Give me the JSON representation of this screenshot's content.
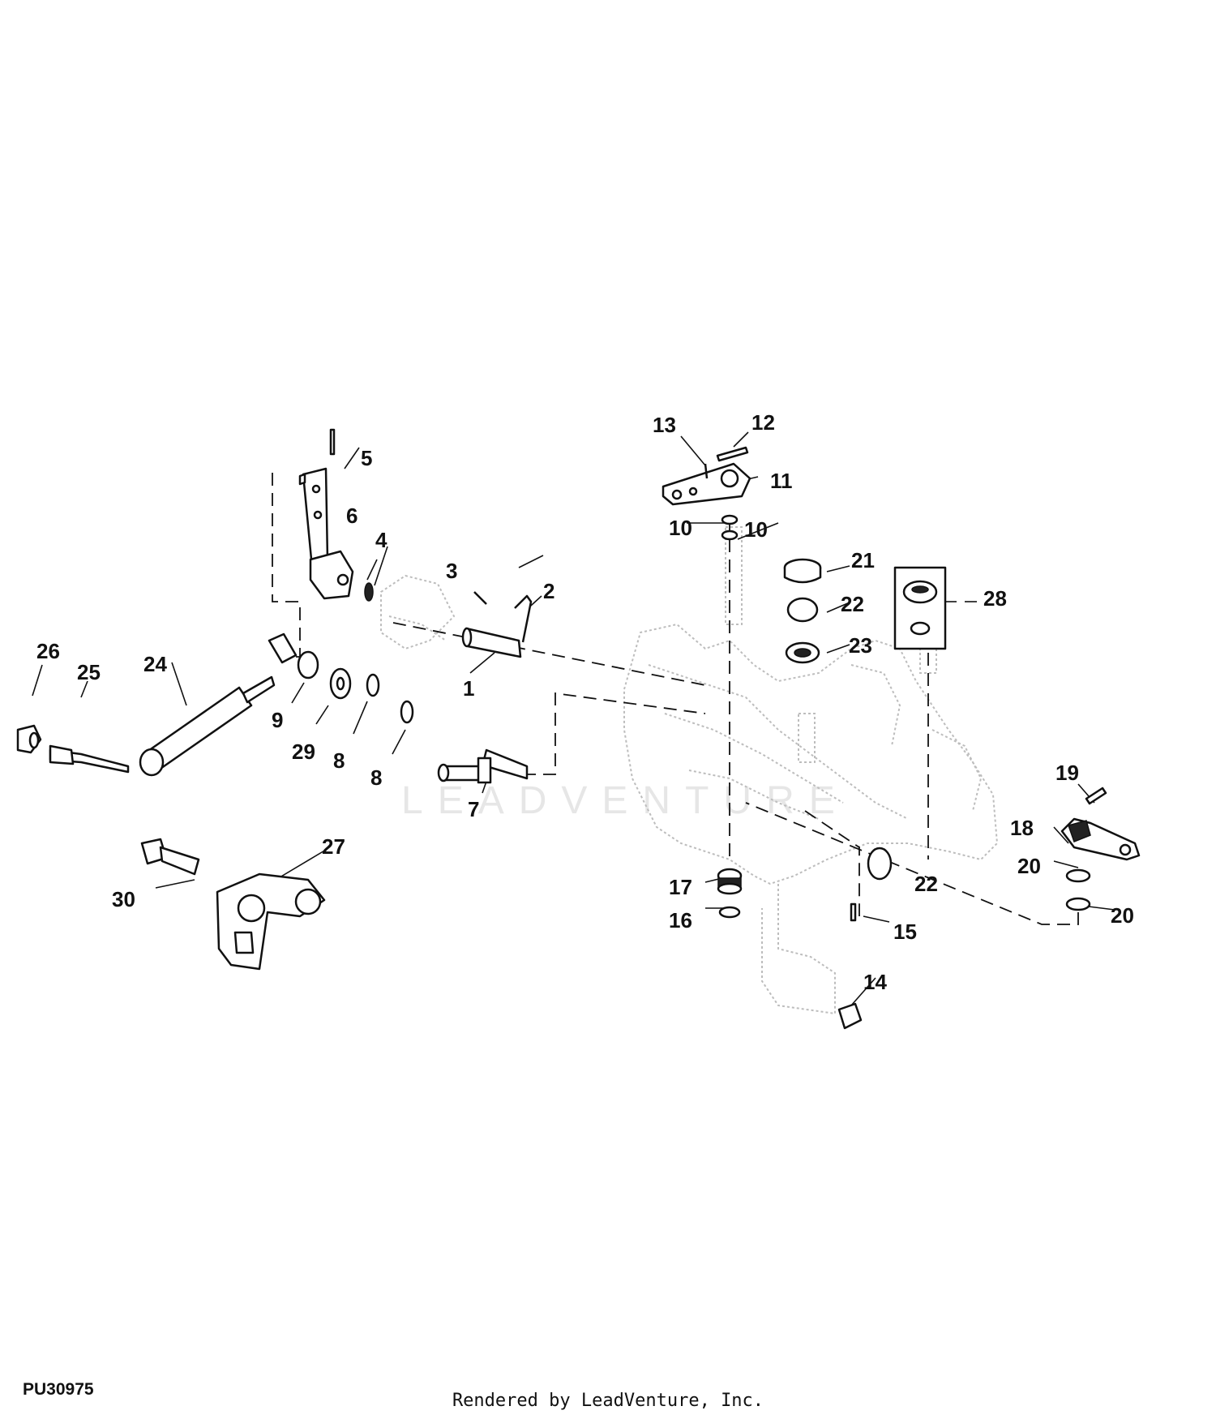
{
  "figure_id": "PU30975",
  "footer_text": "Rendered by LeadVenture, Inc.",
  "watermark_text": "LEADVENTURE",
  "callouts": [
    {
      "id": "c1",
      "label": "1"
    },
    {
      "id": "c2",
      "label": "2"
    },
    {
      "id": "c3",
      "label": "3"
    },
    {
      "id": "c4",
      "label": "4"
    },
    {
      "id": "c5",
      "label": "5"
    },
    {
      "id": "c6",
      "label": "6"
    },
    {
      "id": "c7",
      "label": "7"
    },
    {
      "id": "c8a",
      "label": "8"
    },
    {
      "id": "c8b",
      "label": "8"
    },
    {
      "id": "c9",
      "label": "9"
    },
    {
      "id": "c10a",
      "label": "10"
    },
    {
      "id": "c10b",
      "label": "10"
    },
    {
      "id": "c11",
      "label": "11"
    },
    {
      "id": "c12",
      "label": "12"
    },
    {
      "id": "c13",
      "label": "13"
    },
    {
      "id": "c14",
      "label": "14"
    },
    {
      "id": "c15",
      "label": "15"
    },
    {
      "id": "c16",
      "label": "16"
    },
    {
      "id": "c17",
      "label": "17"
    },
    {
      "id": "c18",
      "label": "18"
    },
    {
      "id": "c19",
      "label": "19"
    },
    {
      "id": "c20a",
      "label": "20"
    },
    {
      "id": "c20b",
      "label": "20"
    },
    {
      "id": "c21",
      "label": "21"
    },
    {
      "id": "c22a",
      "label": "22"
    },
    {
      "id": "c22b",
      "label": "22"
    },
    {
      "id": "c23",
      "label": "23"
    },
    {
      "id": "c24",
      "label": "24"
    },
    {
      "id": "c25",
      "label": "25"
    },
    {
      "id": "c26",
      "label": "26"
    },
    {
      "id": "c27",
      "label": "27"
    },
    {
      "id": "c28",
      "label": "28"
    },
    {
      "id": "c29",
      "label": "29"
    },
    {
      "id": "c30",
      "label": "30"
    }
  ]
}
